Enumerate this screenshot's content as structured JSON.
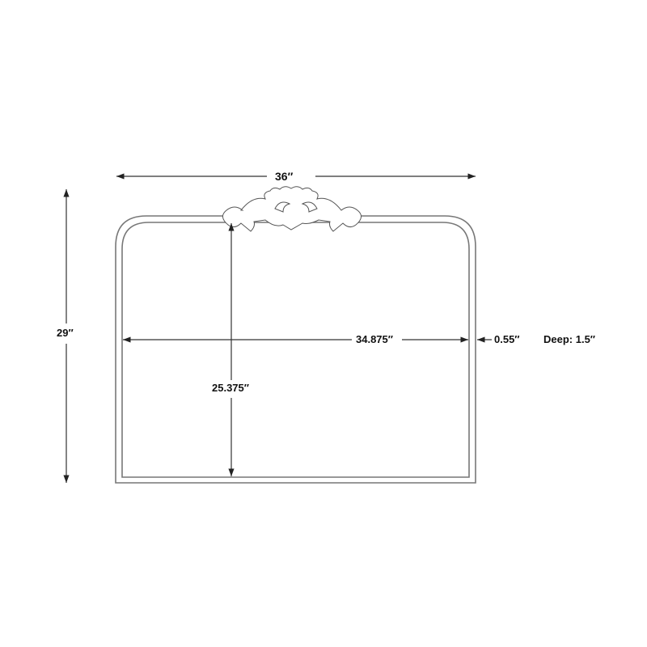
{
  "diagram": {
    "subject": "arched mirror with ornamental crest",
    "dimensions": {
      "overall_width": "36″",
      "overall_height": "29″",
      "inner_width": "34.875″",
      "inner_height": "25.375″",
      "frame_thickness": "0.55″",
      "depth": "Deep: 1.5″"
    },
    "colors": {
      "line": "#333333",
      "frame": "#777777",
      "text": "#111111",
      "background": "#ffffff"
    }
  }
}
